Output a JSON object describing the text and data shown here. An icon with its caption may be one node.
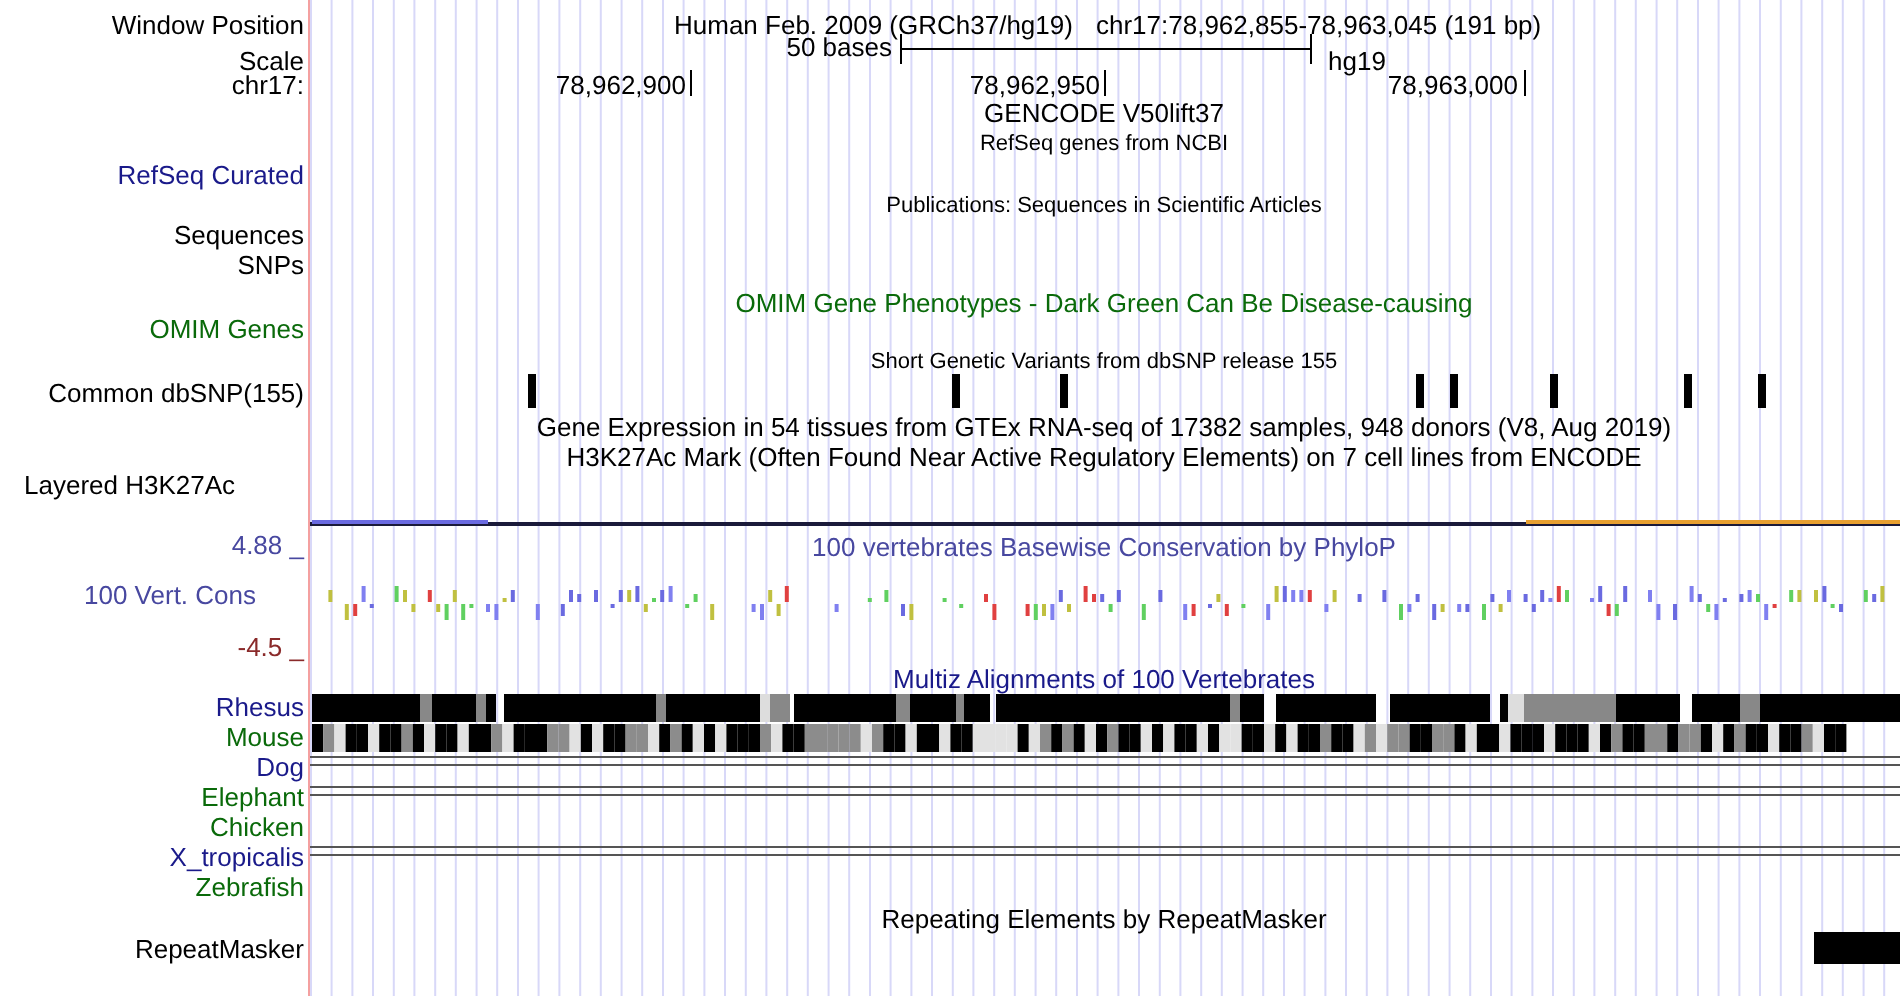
{
  "diagram": {
    "labels": [
      "Window Position",
      "Human Feb. 2009 (GRCh37/hg19)",
      "chr17:78,962,855-78,963,045 (191 bp)",
      "Scale",
      "50 bases",
      "hg19",
      "chr17:",
      "78,962,900",
      "78,962,950",
      "78,963,000",
      "GENCODE V50lift37",
      "RefSeq genes from NCBI",
      "RefSeq Curated",
      "Publications: Sequences in Scientific Articles",
      "Sequences",
      "SNPs",
      "OMIM Gene Phenotypes - Dark Green Can Be Disease-causing",
      "OMIM Genes",
      "Short Genetic Variants from dbSNP release 155",
      "Common dbSNP(155)",
      "Gene Expression in 54 tissues from GTEx RNA-seq of 17382 samples, 948 donors (V8, Aug 2019)",
      "H3K27Ac Mark (Often Found Near Active Regulatory Elements) on 7 cell lines from ENCODE",
      "Layered H3K27Ac",
      "4.88 _",
      "100 vertebrates Basewise Conservation by PhyloP",
      "100 Vert. Cons",
      "-4.5 _",
      "Multiz Alignments of 100 Vertebrates",
      "Rhesus",
      "Mouse",
      "Dog",
      "Elephant",
      "Chicken",
      "X_tropicalis",
      "Zebrafish",
      "Repeating Elements by RepeatMasker",
      "RepeatMasker"
    ]
  }
}
